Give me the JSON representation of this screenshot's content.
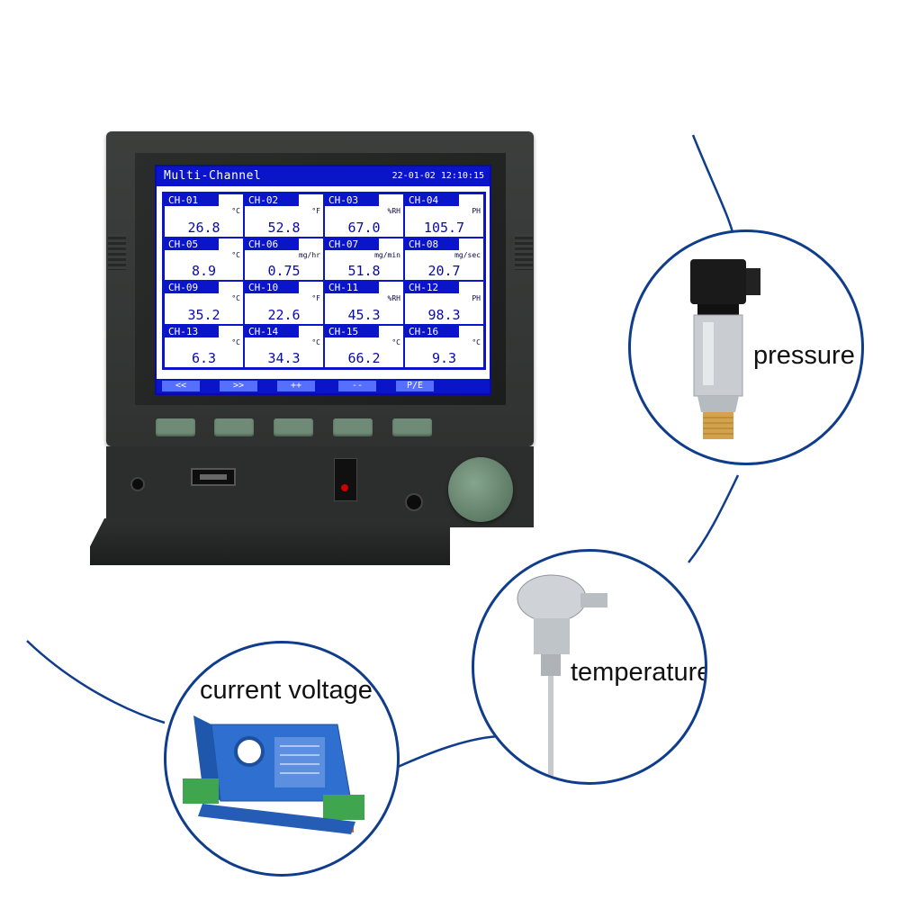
{
  "recorder": {
    "title": "Multi-Channel",
    "datetime": "22-01-02 12:10:15",
    "channels": [
      {
        "label": "CH-01",
        "unit": "°C",
        "value": "26.8"
      },
      {
        "label": "CH-02",
        "unit": "°F",
        "value": "52.8"
      },
      {
        "label": "CH-03",
        "unit": "%RH",
        "value": "67.0"
      },
      {
        "label": "CH-04",
        "unit": "PH",
        "value": "105.7"
      },
      {
        "label": "CH-05",
        "unit": "°C",
        "value": "8.9"
      },
      {
        "label": "CH-06",
        "unit": "mg/hr",
        "value": "0.75"
      },
      {
        "label": "CH-07",
        "unit": "mg/min",
        "value": "51.8"
      },
      {
        "label": "CH-08",
        "unit": "mg/sec",
        "value": "20.7"
      },
      {
        "label": "CH-09",
        "unit": "°C",
        "value": "35.2"
      },
      {
        "label": "CH-10",
        "unit": "°F",
        "value": "22.6"
      },
      {
        "label": "CH-11",
        "unit": "%RH",
        "value": "45.3"
      },
      {
        "label": "CH-12",
        "unit": "PH",
        "value": "98.3"
      },
      {
        "label": "CH-13",
        "unit": "°C",
        "value": "6.3"
      },
      {
        "label": "CH-14",
        "unit": "°C",
        "value": "34.3"
      },
      {
        "label": "CH-15",
        "unit": "°C",
        "value": "66.2"
      },
      {
        "label": "CH-16",
        "unit": "°C",
        "value": "9.3"
      }
    ],
    "softkeys": [
      "<<",
      ">>",
      "++",
      "--",
      "P/E"
    ],
    "accent_color": "#0a14c8",
    "button_color": "#6f8a76"
  },
  "sensors": {
    "pressure": "pressure",
    "temperature": "temperature",
    "current_voltage": "current voltage"
  },
  "connector_color": "#0f3d8c"
}
